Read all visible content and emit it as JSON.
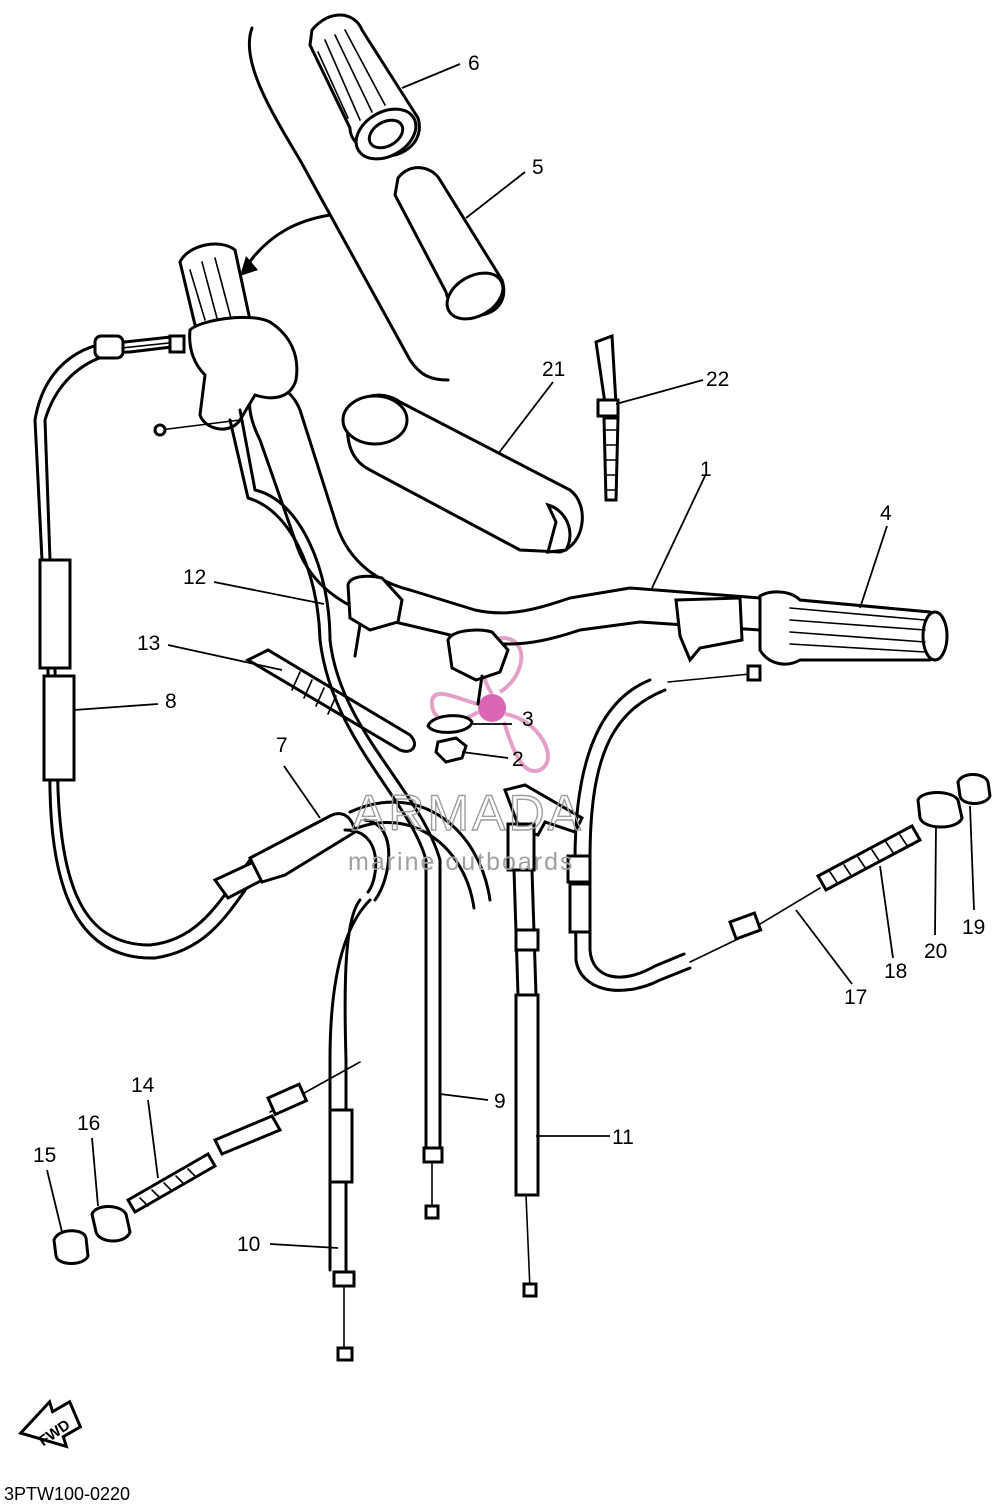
{
  "diagram": {
    "callouts": [
      {
        "id": "1",
        "text": "1"
      },
      {
        "id": "2",
        "text": "2"
      },
      {
        "id": "3",
        "text": "3"
      },
      {
        "id": "4",
        "text": "4"
      },
      {
        "id": "5",
        "text": "5"
      },
      {
        "id": "6",
        "text": "6"
      },
      {
        "id": "7",
        "text": "7"
      },
      {
        "id": "8",
        "text": "8"
      },
      {
        "id": "9",
        "text": "9"
      },
      {
        "id": "10",
        "text": "10"
      },
      {
        "id": "11",
        "text": "11"
      },
      {
        "id": "12",
        "text": "12"
      },
      {
        "id": "13",
        "text": "13"
      },
      {
        "id": "14",
        "text": "14"
      },
      {
        "id": "15",
        "text": "15"
      },
      {
        "id": "16",
        "text": "16"
      },
      {
        "id": "17",
        "text": "17"
      },
      {
        "id": "18",
        "text": "18"
      },
      {
        "id": "19",
        "text": "19"
      },
      {
        "id": "20",
        "text": "20"
      },
      {
        "id": "21",
        "text": "21"
      },
      {
        "id": "22",
        "text": "22"
      }
    ],
    "direction_label": "FWD",
    "figure_code": "3PTW100-0220",
    "watermark": {
      "title": "ARMADA",
      "subtitle": "marine outboards",
      "logo_color": "#e3a1c9",
      "logo_center_color": "#d966b4"
    }
  }
}
